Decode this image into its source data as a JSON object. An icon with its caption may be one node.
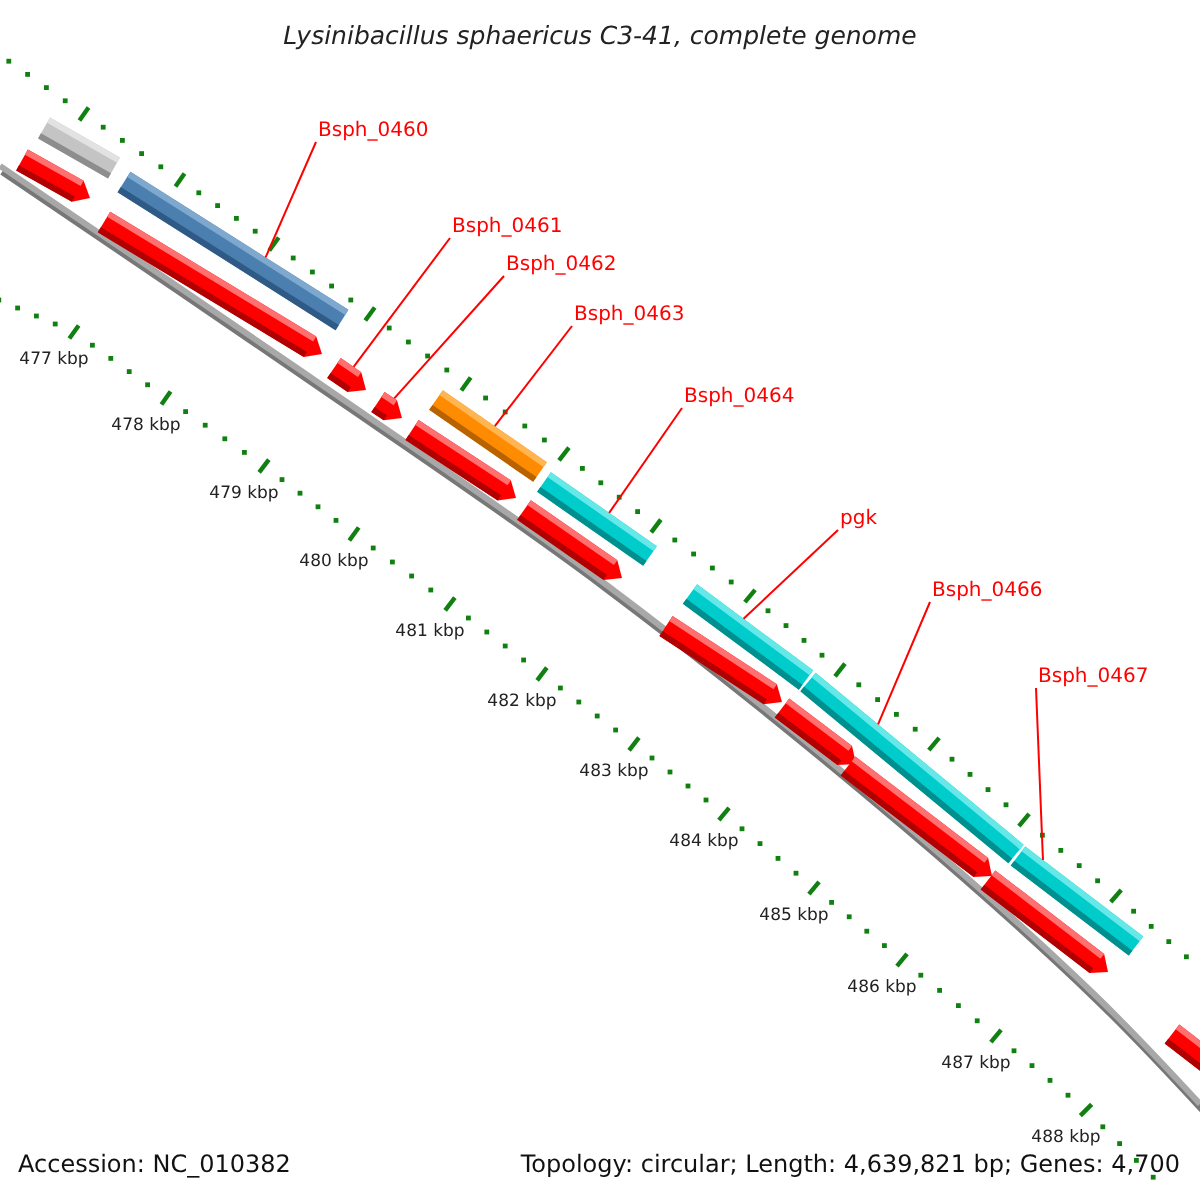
{
  "diagram": {
    "title": "Lysinibacillus sphaericus C3-41, complete genome",
    "nodes": [
      {
        "text": [
          "Bsph_0460"
        ]
      },
      {
        "text": [
          "Bsph_0461"
        ]
      },
      {
        "text": [
          "Bsph_0462"
        ]
      },
      {
        "text": [
          "Bsph_0463"
        ]
      },
      {
        "text": [
          "Bsph_0464"
        ]
      },
      {
        "text": [
          "pgk"
        ]
      },
      {
        "text": [
          "Bsph_0466"
        ]
      },
      {
        "text": [
          "Bsph_0467"
        ]
      },
      {
        "text": [],
        "shape": "bar"
      },
      {
        "text": [],
        "shape": "arrow"
      },
      {
        "text": [],
        "shape": "arrow"
      },
      {
        "text": [],
        "shape": "bar"
      },
      {
        "text": [],
        "shape": "bar"
      },
      {
        "text": [],
        "shape": "bar"
      },
      {
        "text": [],
        "shape": "bar"
      },
      {
        "text": [],
        "shape": "bar"
      }
    ],
    "edges": [
      {
        "from": 0,
        "to": 8,
        "arrow": "none"
      },
      {
        "from": 1,
        "to": 9,
        "arrow": "none"
      },
      {
        "from": 2,
        "to": 10,
        "arrow": "none"
      },
      {
        "from": 3,
        "to": 11,
        "arrow": "none"
      },
      {
        "from": 4,
        "to": 12,
        "arrow": "none"
      },
      {
        "from": 5,
        "to": 13,
        "arrow": "none"
      },
      {
        "from": 6,
        "to": 14,
        "arrow": "none"
      },
      {
        "from": 7,
        "to": 15,
        "arrow": "none"
      }
    ],
    "labels": [
      "477 kbp",
      "478 kbp",
      "479 kbp",
      "480 kbp",
      "481 kbp",
      "482 kbp",
      "483 kbp",
      "484 kbp",
      "485 kbp",
      "486 kbp",
      "487 kbp",
      "488 kbp",
      "Accession: NC_010382",
      "Topology: circular; Length: 4,639,821 bp; Genes: 4,700"
    ]
  }
}
